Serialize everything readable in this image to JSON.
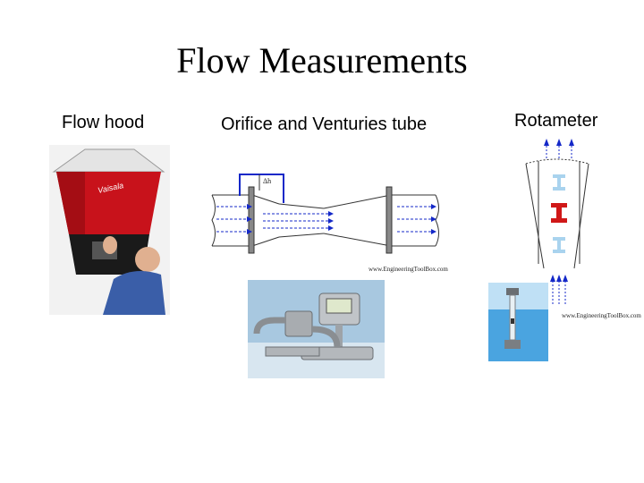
{
  "slide": {
    "title": "Flow Measurements",
    "labels": {
      "flow_hood": "Flow hood",
      "orifice": "Orifice and Venturies tube",
      "rotameter": "Rotameter"
    },
    "watermarks": {
      "venturi": "www.EngineeringToolBox.com",
      "rotameter": "www.EngineeringToolBox.com"
    }
  }
}
